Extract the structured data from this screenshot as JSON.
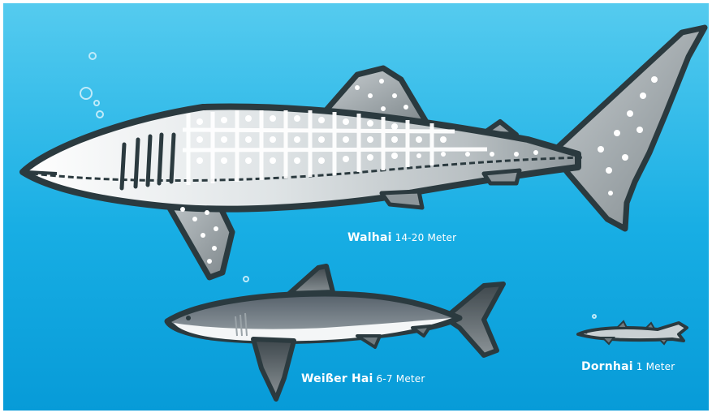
{
  "sharks": [
    {
      "name": "Walhai",
      "size": "14-20 Meter"
    },
    {
      "name": "Weißer Hai",
      "size": "6-7 Meter"
    },
    {
      "name": "Dornhai",
      "size": "1 Meter"
    }
  ],
  "colors": {
    "water_top": "#4fc8ef",
    "water_bottom": "#0a9fdc",
    "outline": "#2b3a3f",
    "whale_body_light": "#e8ecee",
    "whale_body_dark": "#8d969a",
    "white_shark_back": "#6f7a7f",
    "white_shark_belly": "#f4f6f7"
  },
  "icons": [
    "whale-shark-illustration",
    "great-white-shark-illustration",
    "dogfish-shark-illustration",
    "bubble-icon"
  ]
}
